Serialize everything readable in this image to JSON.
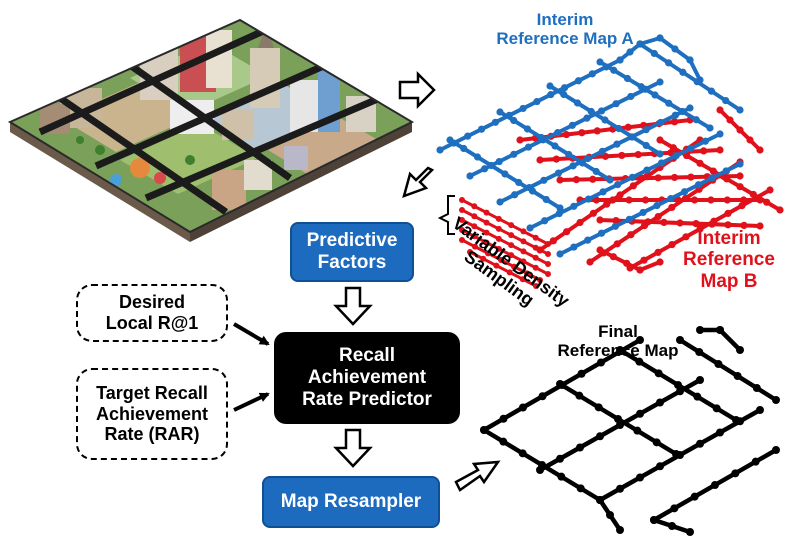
{
  "labels": {
    "map_a": [
      "Interim",
      "Reference Map A"
    ],
    "map_b": [
      "Interim",
      "Reference",
      "Map B"
    ],
    "final_map": [
      "Final",
      "Reference Map"
    ],
    "sampling": [
      "Variable Density",
      "Sampling"
    ]
  },
  "boxes": {
    "predictive_factors": [
      "Predictive",
      "Factors"
    ],
    "desired_local": [
      "Desired",
      "Local R@1"
    ],
    "target_rar": [
      "Target Recall",
      "Achievement",
      "Rate (RAR)"
    ],
    "predictor": [
      "Recall",
      "Achievement",
      "Rate Predictor"
    ],
    "resampler": [
      "Map Resampler"
    ]
  },
  "colors": {
    "map_a": "#1f6fc0",
    "map_b": "#e0111b",
    "final_map": "#000000",
    "box_blue": "#1c6bbf",
    "box_black": "#000000"
  },
  "icons": {
    "city": "isometric-city-illustration",
    "arrows": "hollow-arrow-icon"
  }
}
